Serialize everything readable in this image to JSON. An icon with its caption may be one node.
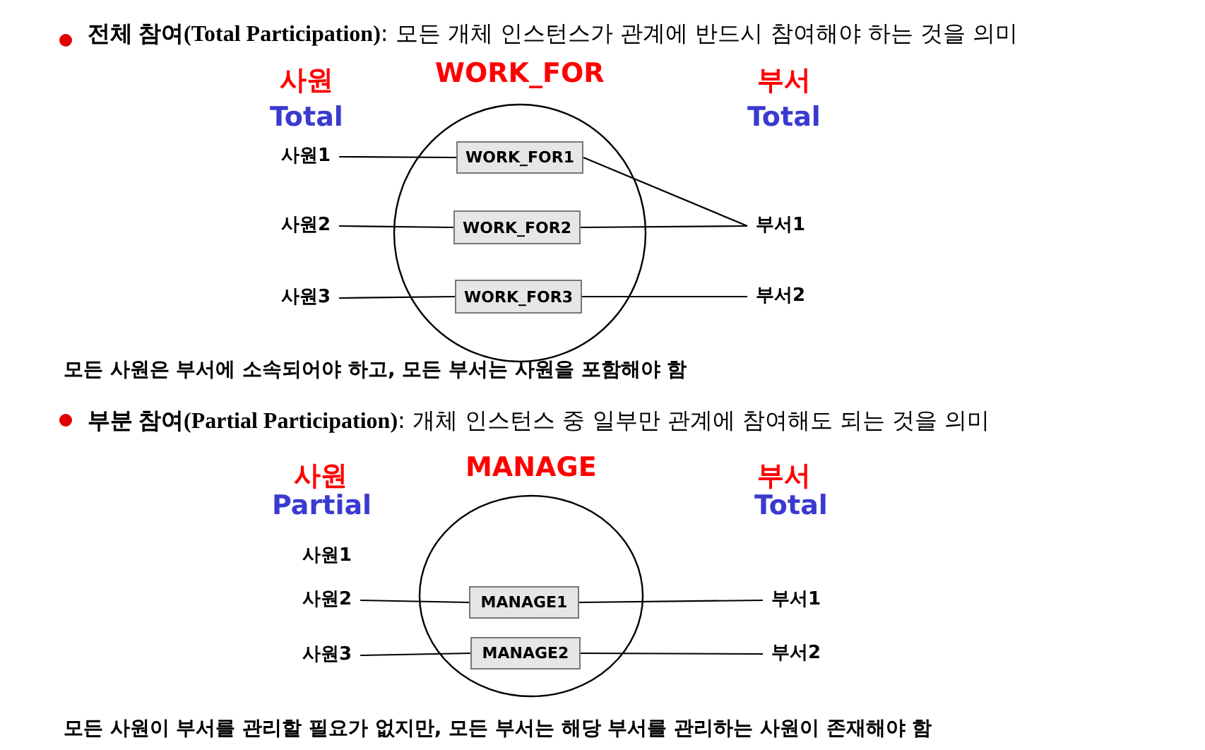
{
  "diagram": {
    "nodes": [
      {
        "text": [
          "WORK_FOR"
        ]
      },
      {
        "text": [
          "WORK_FOR1"
        ],
        "in": 0
      },
      {
        "text": [
          "WORK_FOR2"
        ],
        "in": 0
      },
      {
        "text": [
          "WORK_FOR3"
        ],
        "in": 0
      },
      {
        "text": [
          "사원1"
        ]
      },
      {
        "text": [
          "사원2"
        ]
      },
      {
        "text": [
          "사원3"
        ]
      },
      {
        "text": [
          "부서1"
        ]
      },
      {
        "text": [
          "부서2"
        ]
      },
      {
        "text": [
          "MANAGE"
        ]
      },
      {
        "text": [
          "MANAGE1"
        ],
        "in": 9
      },
      {
        "text": [
          "MANAGE2"
        ],
        "in": 9
      },
      {
        "text": [
          "사원1"
        ]
      },
      {
        "text": [
          "사원2"
        ]
      },
      {
        "text": [
          "사원3"
        ]
      },
      {
        "text": [
          "부서1"
        ]
      },
      {
        "text": [
          "부서2"
        ]
      }
    ],
    "edges": [
      {
        "from": 4,
        "to": 1,
        "arrow": "none"
      },
      {
        "from": 5,
        "to": 2,
        "arrow": "none"
      },
      {
        "from": 6,
        "to": 3,
        "arrow": "none"
      },
      {
        "from": 1,
        "to": 7,
        "arrow": "none"
      },
      {
        "from": 2,
        "to": 7,
        "arrow": "none"
      },
      {
        "from": 3,
        "to": 8,
        "arrow": "none"
      },
      {
        "from": 13,
        "to": 10,
        "arrow": "none"
      },
      {
        "from": 14,
        "to": 11,
        "arrow": "none"
      },
      {
        "from": 10,
        "to": 15,
        "arrow": "none"
      },
      {
        "from": 11,
        "to": 16,
        "arrow": "none"
      }
    ],
    "labels": [
      "**전체 참여(Total Participation)**: 모든 개체 인스턴스가 관계에 반드시 참여해야 하는 것을 의미",
      "사원",
      "Total",
      "부서",
      "Total",
      "모든 사원은 부서에 소속되어야 하고, 모든 부서는 사원을 포함해야 함",
      "**부분 참여(Partial Participation)**: 개체 인스턴스 중 일부만 관계에 참여해도 되는 것을 의미",
      "사원",
      "Partial",
      "부서",
      "Total",
      "모든 사원이 부서를 관리할 필요가 없지만, 모든 부서는 해당 부서를 관리하는 사원이 존재해야 함"
    ]
  }
}
